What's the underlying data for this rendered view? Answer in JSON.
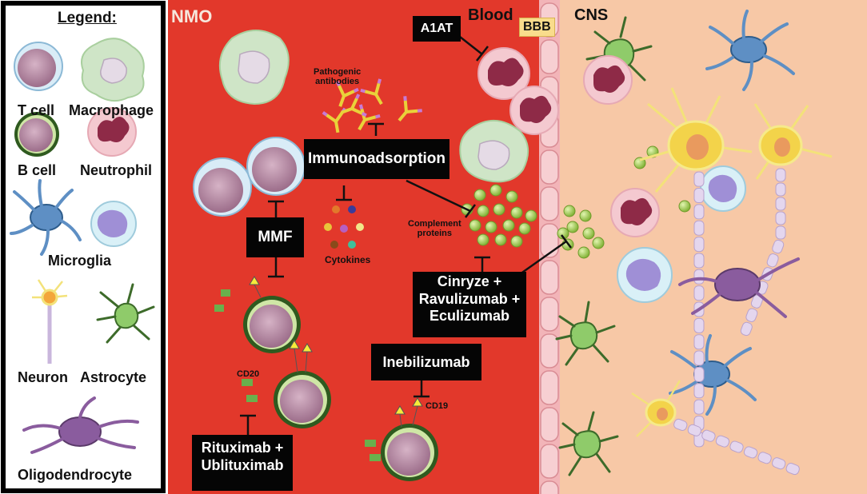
{
  "legend": {
    "title": "Legend:",
    "items": {
      "t_cell": "T cell",
      "macrophage": "Macrophage",
      "b_cell": "B cell",
      "neutrophil": "Neutrophil",
      "microglia": "Microglia",
      "neuron": "Neuron",
      "astrocyte": "Astrocyte",
      "oligodendrocyte": "Oligodendrocyte"
    }
  },
  "regions": {
    "nmo": "NMO",
    "blood": "Blood",
    "bbb": "BBB",
    "cns": "CNS"
  },
  "annotations": {
    "pathogenic_antibodies": [
      "Pathogenic",
      "antibodies"
    ],
    "cytokines": "Cytokines",
    "complement_proteins": [
      "Complement",
      "proteins"
    ],
    "cd20": "CD20",
    "cd19": "CD19"
  },
  "treatments": {
    "a1at": "A1AT",
    "immunoadsorption": "Immunoadsorption",
    "mmf": "MMF",
    "cinryze_group": [
      "Cinryze +",
      "Ravulizumab +",
      "Eculizumab"
    ],
    "inebilizumab": "Inebilizumab",
    "rituximab_group": [
      "Rituximab +",
      "Ublituximab"
    ]
  },
  "colors": {
    "blood": "#e2382b",
    "cns": "#f7c8a6",
    "bbb_label_bg": "#f9dc8c",
    "t_cell_body": "#b98aa6",
    "b_cell_rim": "#2f5a1f",
    "neutrophil_body": "#f4c9d0",
    "neutrophil_nucleus": "#8e2a47",
    "macrophage": "#cfe5c7",
    "microglia": "#5e8fc4",
    "astrocyte": "#8fcb6a",
    "oligodendrocyte": "#8a5c9e",
    "neuron": "#f3e27a",
    "complement": "#9ccc4f"
  }
}
